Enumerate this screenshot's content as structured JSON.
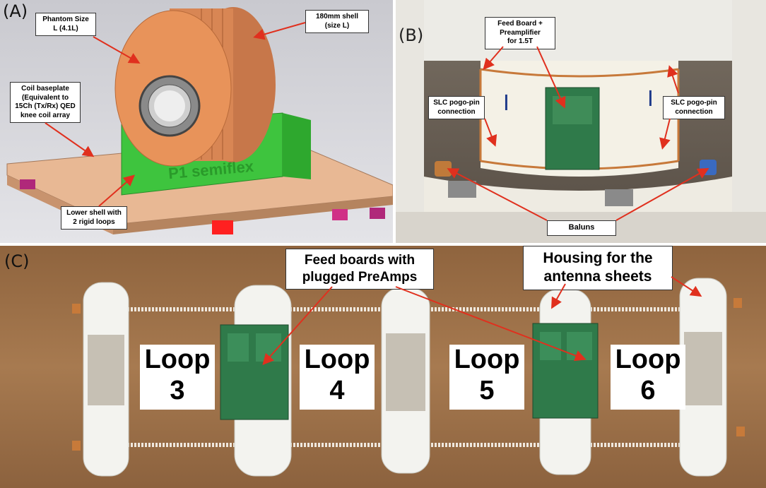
{
  "panels": {
    "a": {
      "label": "(A)",
      "callouts": {
        "phantom": "Phantom Size\nL (4.1L)",
        "shell": "180mm shell\n(size L)",
        "baseplate": "Coil baseplate\n(Equivalent to\n15Ch (Tx/Rx) QED\nknee coil array",
        "lower_shell": "Lower shell with\n2 rigid loops"
      },
      "stand_text": "P1 semiflex"
    },
    "b": {
      "label": "(B)",
      "callouts": {
        "feed_board": "Feed Board +\nPreamplifier\nfor 1.5T",
        "slc_left": "SLC pogo-pin\nconnection",
        "slc_right": "SLC pogo-pin\nconnection",
        "baluns": "Baluns"
      }
    },
    "c": {
      "label": "(C)",
      "callouts": {
        "feed_boards": "Feed boards with\nplugged PreAmps",
        "housing": "Housing for the\nantenna sheets"
      },
      "loops": [
        "Loop\n3",
        "Loop\n4",
        "Loop\n5",
        "Loop\n6"
      ]
    }
  },
  "colors": {
    "arrow": "#e0301e",
    "shell_orange": "#e8935a",
    "stand_green": "#3ec43e",
    "base_tan": "#e8b894",
    "board_green": "#2f7a4a",
    "wood": "#9a6a42",
    "frame_white": "#f2f2ee"
  }
}
